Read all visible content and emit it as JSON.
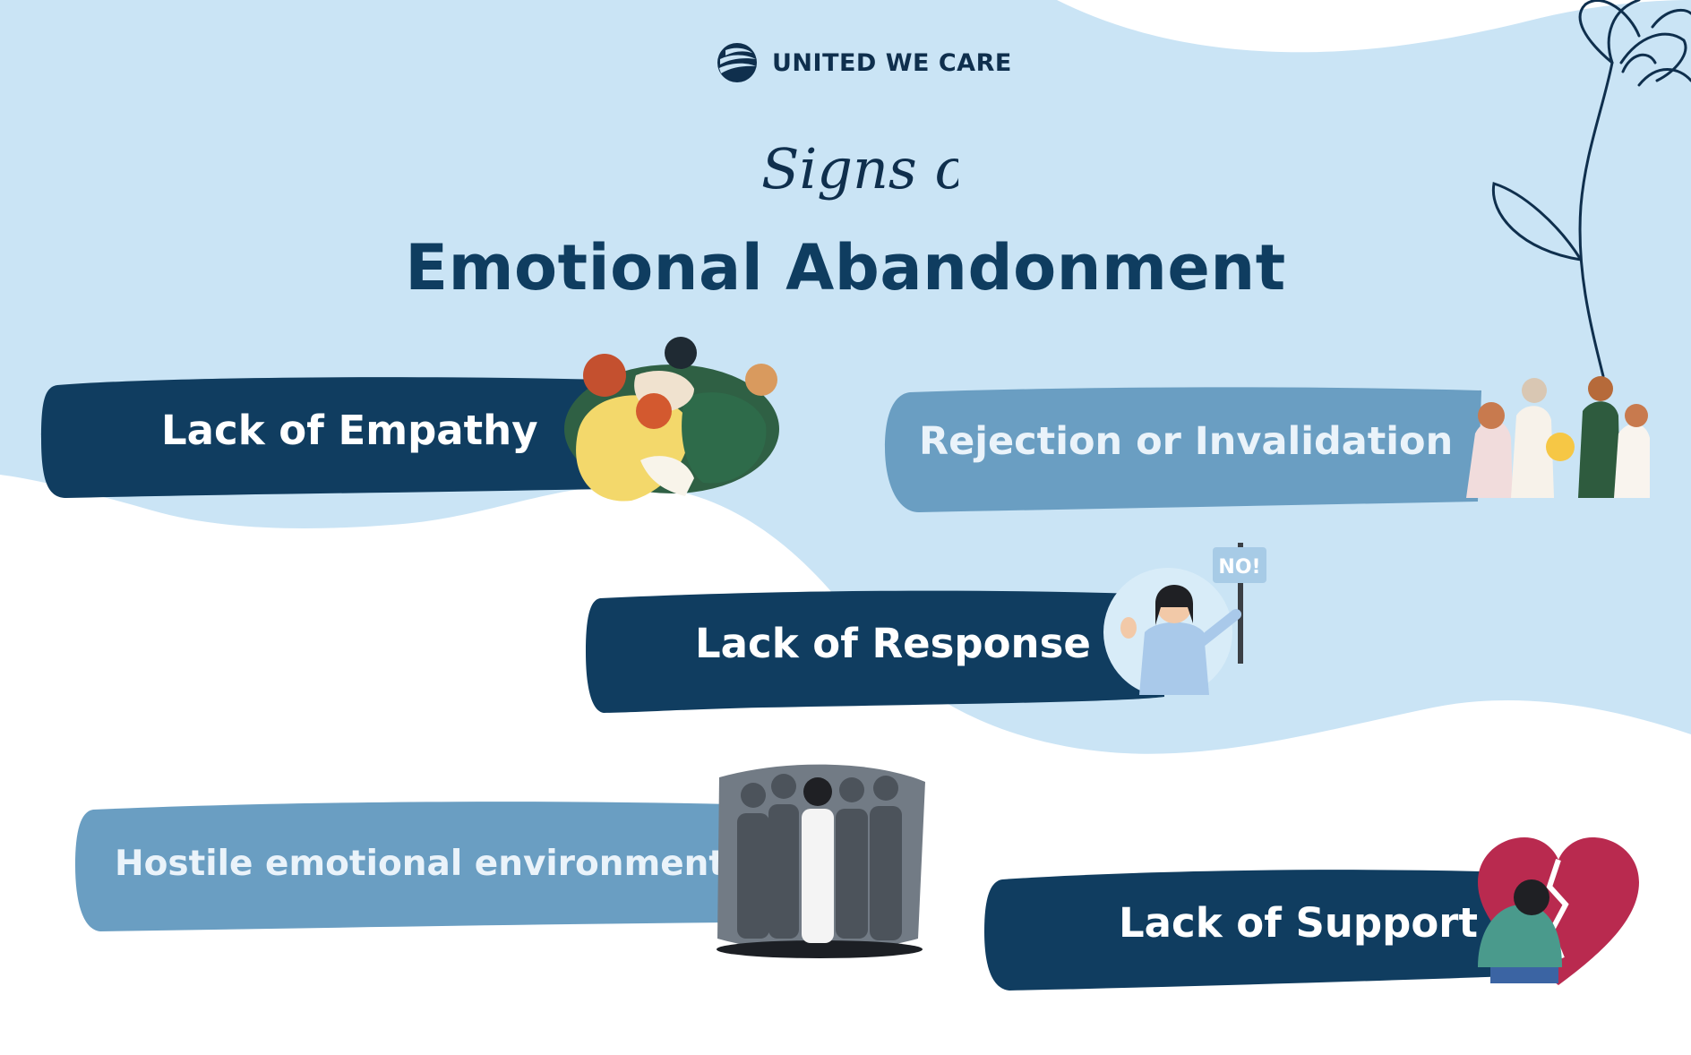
{
  "brand": {
    "name": "UNITED WE CARE",
    "logo_icon": "swirl-globe-icon"
  },
  "title": {
    "script_line": "Signs of",
    "main_line": "Emotional Abandonment"
  },
  "signs": [
    {
      "label": "Lack of Empathy",
      "strip_color": "#103d60",
      "text_color": "#ffffff",
      "illustration": "group-hug-illustration"
    },
    {
      "label": "Rejection or Invalidation",
      "strip_color": "#6a9ec2",
      "text_color": "#eaf3fa",
      "illustration": "office-team-argument-illustration"
    },
    {
      "label": "Lack of Response",
      "strip_color": "#103d60",
      "text_color": "#ffffff",
      "illustration": "woman-holding-no-sign-illustration"
    },
    {
      "label": "Hostile emotional environment",
      "strip_color": "#6a9ec2",
      "text_color": "#eaf3fa",
      "illustration": "crowd-mocking-crying-woman-illustration"
    },
    {
      "label": "Lack of Support",
      "strip_color": "#103d60",
      "text_color": "#ffffff",
      "illustration": "broken-heart-sad-person-illustration"
    }
  ],
  "colors": {
    "background_light_blue": "#cae4f5",
    "dark_navy": "#103d60",
    "medium_blue": "#6a9ec2",
    "heart_red": "#b92a4f"
  }
}
